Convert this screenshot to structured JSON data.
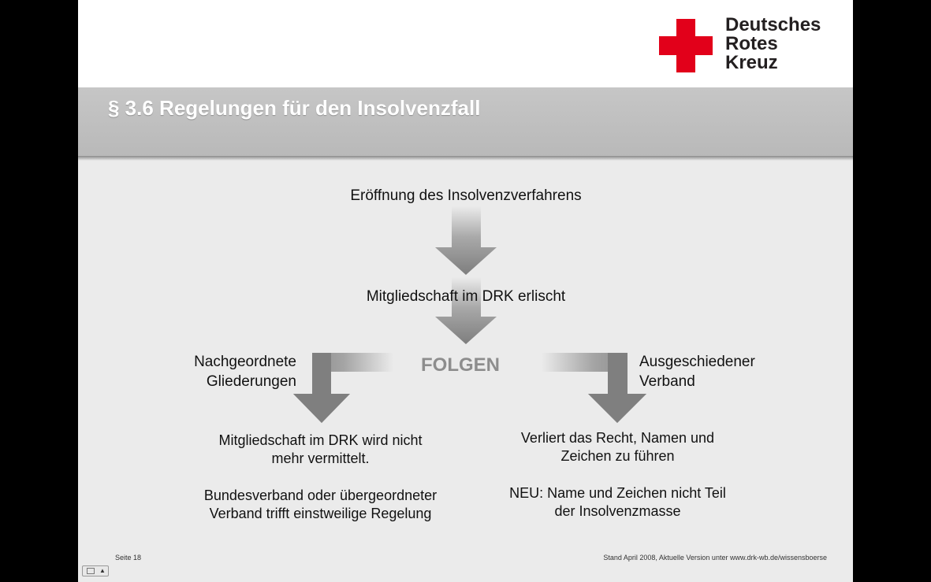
{
  "logo": {
    "line1": "Deutsches",
    "line2": "Rotes",
    "line3": "Kreuz",
    "cross_color": "#e2001a"
  },
  "title": "§ 3.6 Regelungen für den Insolvenzfall",
  "flow": {
    "step1": "Eröffnung des Insolvenzverfahrens",
    "step2": "Mitgliedschaft im DRK erlischt",
    "center": "FOLGEN",
    "left_heading_1": "Nachgeordnete",
    "left_heading_2": "Gliederungen",
    "right_heading_1": "Ausgeschiedener",
    "right_heading_2": "Verband",
    "left_result_1_line1": "Mitgliedschaft im DRK wird nicht",
    "left_result_1_line2": "mehr vermittelt.",
    "left_result_2_line1": "Bundesverband oder übergeordneter",
    "left_result_2_line2": "Verband trifft einstweilige Regelung",
    "right_result_1_line1": "Verliert das Recht, Namen und",
    "right_result_1_line2": "Zeichen zu führen",
    "right_result_2_line1": "NEU: Name und Zeichen nicht Teil",
    "right_result_2_line2": "der Insolvenzmasse"
  },
  "footer": {
    "page": "Seite 18",
    "source": "Stand April 2008, Aktuelle Version unter www.drk-wb.de/wissensboerse"
  },
  "icons": {
    "nav_icon": "slide-nav-icon",
    "up_arrow": "▲"
  }
}
